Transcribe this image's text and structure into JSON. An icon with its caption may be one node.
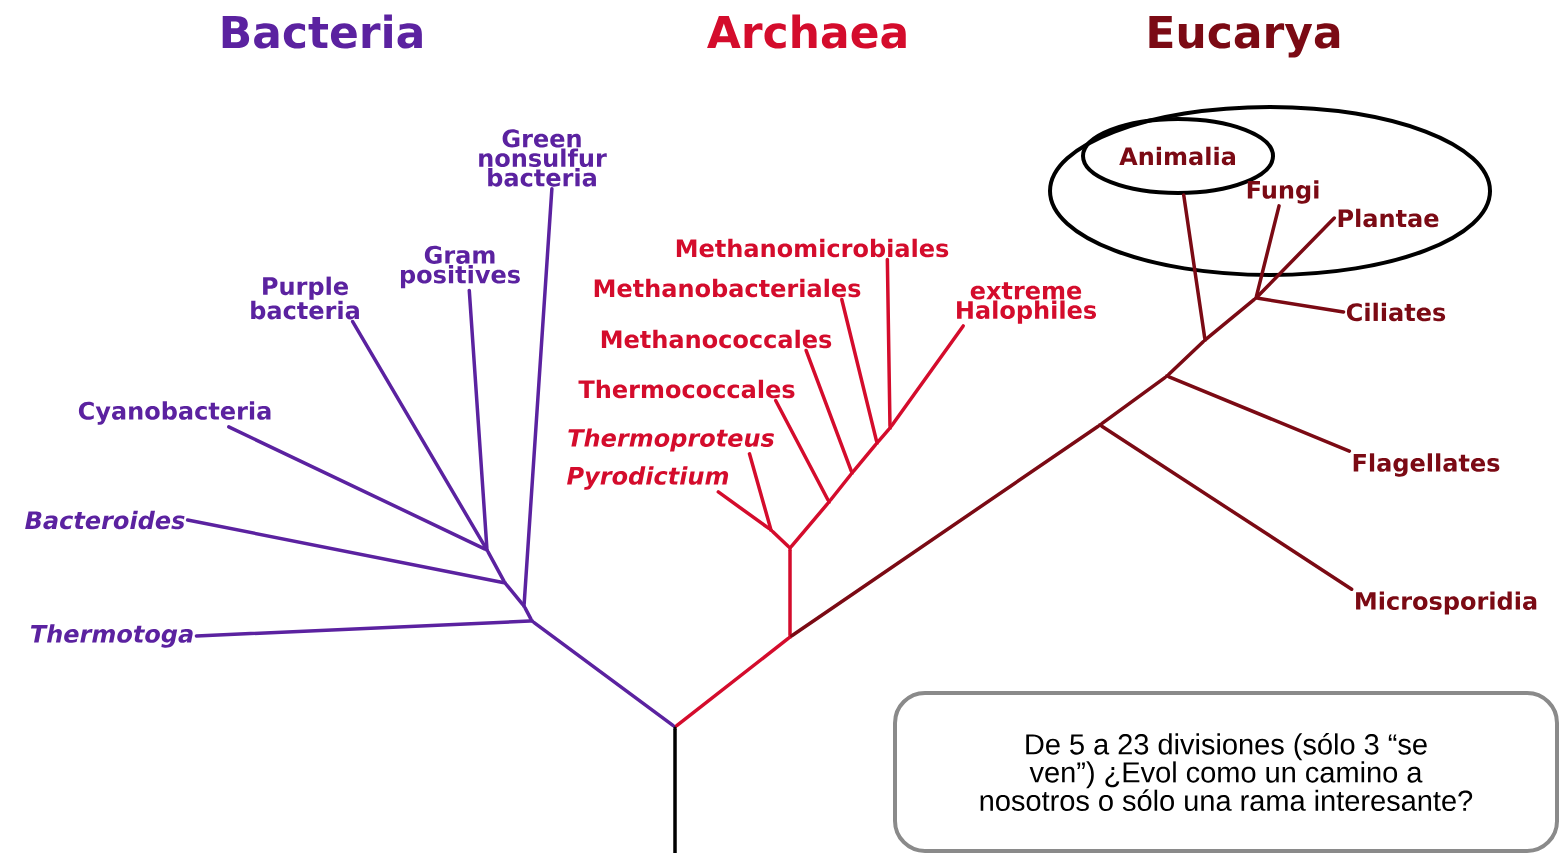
{
  "diagram": {
    "nodes": [
      {
        "text": [
          "Green nonsulfur bacteria"
        ]
      },
      {
        "text": [
          "Gram positives"
        ]
      },
      {
        "text": [
          "Purple bacteria"
        ]
      },
      {
        "text": [
          "Cyanobacteria"
        ]
      },
      {
        "text": [
          "Bacteroides"
        ]
      },
      {
        "text": [
          "Thermotoga"
        ]
      },
      {
        "text": [
          "Methanomicrobiales"
        ]
      },
      {
        "text": [
          "Methanobacteriales"
        ]
      },
      {
        "text": [
          "Methanococcales"
        ]
      },
      {
        "text": [
          "Thermococcales"
        ]
      },
      {
        "text": [
          "Thermoproteus"
        ]
      },
      {
        "text": [
          "Pyrodictium"
        ]
      },
      {
        "text": [
          "extreme Halophiles"
        ]
      },
      {
        "text": [],
        "shape": "ellipse"
      },
      {
        "text": [
          "Animalia"
        ],
        "in": 13
      },
      {
        "text": [
          "Fungi"
        ],
        "in": 13
      },
      {
        "text": [
          "Plantae"
        ],
        "in": 13
      },
      {
        "text": [
          "Ciliates"
        ]
      },
      {
        "text": [
          "Flagellates"
        ]
      },
      {
        "text": [
          "Microsporidia"
        ]
      },
      {
        "text": [
          "De 5 a 23 divisiones (sólo 3 “se ven”) ¿Evol como un camino a nosotros o sólo una rama interesante?"
        ]
      },
      {
        "text": [],
        "shape": "point"
      },
      {
        "text": [],
        "shape": "point"
      },
      {
        "text": [],
        "shape": "point"
      },
      {
        "text": [],
        "shape": "point"
      },
      {
        "text": [],
        "shape": "point"
      },
      {
        "text": [],
        "shape": "point"
      },
      {
        "text": [],
        "shape": "point"
      },
      {
        "text": [],
        "shape": "point"
      },
      {
        "text": [],
        "shape": "point"
      },
      {
        "text": [],
        "shape": "point"
      },
      {
        "text": [],
        "shape": "point"
      },
      {
        "text": [],
        "shape": "point"
      },
      {
        "text": [],
        "shape": "point"
      },
      {
        "text": [],
        "shape": "point"
      },
      {
        "text": [],
        "shape": "point"
      },
      {
        "text": [],
        "shape": "point"
      }
    ],
    "edges": [
      {
        "from": null,
        "to": 21,
        "arrow": "none",
        "color": "#000000"
      },
      {
        "from": 21,
        "to": 22,
        "arrow": "none",
        "color": "#5b22a0"
      },
      {
        "from": 22,
        "to": 5,
        "arrow": "none",
        "color": "#5b22a0"
      },
      {
        "from": 22,
        "to": 23,
        "arrow": "none",
        "color": "#5b22a0"
      },
      {
        "from": 23,
        "to": 0,
        "arrow": "none",
        "color": "#5b22a0"
      },
      {
        "from": 23,
        "to": 24,
        "arrow": "none",
        "color": "#5b22a0"
      },
      {
        "from": 24,
        "to": 4,
        "arrow": "none",
        "color": "#5b22a0"
      },
      {
        "from": 24,
        "to": 25,
        "arrow": "none",
        "color": "#5b22a0"
      },
      {
        "from": 25,
        "to": 3,
        "arrow": "none",
        "color": "#5b22a0"
      },
      {
        "from": 25,
        "to": 2,
        "arrow": "none",
        "color": "#5b22a0"
      },
      {
        "from": 25,
        "to": 1,
        "arrow": "none",
        "color": "#5b22a0"
      },
      {
        "from": 21,
        "to": 26,
        "arrow": "none",
        "color": "#d40c2c"
      },
      {
        "from": 26,
        "to": 27,
        "arrow": "none",
        "color": "#d40c2c"
      },
      {
        "from": 27,
        "to": 28,
        "arrow": "none",
        "color": "#d40c2c"
      },
      {
        "from": 28,
        "to": 11,
        "arrow": "none",
        "color": "#d40c2c"
      },
      {
        "from": 28,
        "to": 10,
        "arrow": "none",
        "color": "#d40c2c"
      },
      {
        "from": 27,
        "to": 29,
        "arrow": "none",
        "color": "#d40c2c"
      },
      {
        "from": 29,
        "to": 9,
        "arrow": "none",
        "color": "#d40c2c"
      },
      {
        "from": 29,
        "to": 30,
        "arrow": "none",
        "color": "#d40c2c"
      },
      {
        "from": 30,
        "to": 8,
        "arrow": "none",
        "color": "#d40c2c"
      },
      {
        "from": 30,
        "to": 31,
        "arrow": "none",
        "color": "#d40c2c"
      },
      {
        "from": 31,
        "to": 7,
        "arrow": "none",
        "color": "#d40c2c"
      },
      {
        "from": 31,
        "to": 32,
        "arrow": "none",
        "color": "#d40c2c"
      },
      {
        "from": 32,
        "to": 6,
        "arrow": "none",
        "color": "#d40c2c"
      },
      {
        "from": 32,
        "to": 12,
        "arrow": "none",
        "color": "#d40c2c"
      },
      {
        "from": 26,
        "to": 33,
        "arrow": "none",
        "color": "#7b0a14"
      },
      {
        "from": 33,
        "to": 19,
        "arrow": "none",
        "color": "#7b0a14"
      },
      {
        "from": 33,
        "to": 34,
        "arrow": "none",
        "color": "#7b0a14"
      },
      {
        "from": 34,
        "to": 18,
        "arrow": "none",
        "color": "#7b0a14"
      },
      {
        "from": 34,
        "to": 35,
        "arrow": "none",
        "color": "#7b0a14"
      },
      {
        "from": 35,
        "to": 14,
        "arrow": "none",
        "color": "#7b0a14"
      },
      {
        "from": 35,
        "to": 36,
        "arrow": "none",
        "color": "#7b0a14"
      },
      {
        "from": 36,
        "to": 15,
        "arrow": "none",
        "color": "#7b0a14"
      },
      {
        "from": 36,
        "to": 16,
        "arrow": "none",
        "color": "#7b0a14"
      },
      {
        "from": 36,
        "to": 17,
        "arrow": "none",
        "color": "#7b0a14"
      }
    ],
    "labels": [
      "Bacteria",
      "Archaea",
      "Eucarya"
    ]
  }
}
